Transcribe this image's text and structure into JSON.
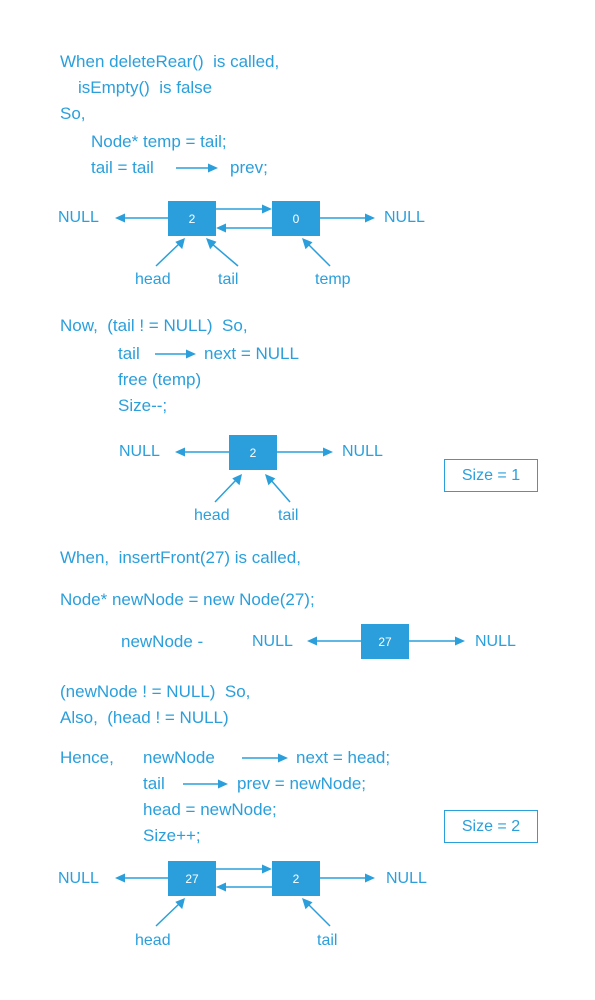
{
  "text": {
    "l1": "When deleteRear()  is called,",
    "l2": "isEmpty()  is false",
    "l3": "So,",
    "l4": "Node* temp = tail;",
    "l5a": "tail = tail",
    "l5b": "prev;",
    "now": "Now,  (tail ! = NULL)  So,",
    "tn_a": "tail",
    "tn_b": "next = NULL",
    "free": "free (temp)",
    "size_dec": "Size--;",
    "when2": "When,  insertFront(27) is called,",
    "newnode": "Node* newNode = new Node(27);",
    "newnode_label": "newNode -",
    "cond1": "(newNode ! = NULL)  So,",
    "cond2": "Also,  (head ! = NULL)",
    "hence": "Hence,",
    "h1a": "newNode",
    "h1b": "next = head;",
    "h2a": "tail",
    "h2b": "prev = newNode;",
    "h3": "head = newNode;",
    "h4": "Size++;"
  },
  "diagram1": {
    "null_left": "NULL",
    "null_right": "NULL",
    "node_a": "2",
    "node_b": "0",
    "label_head": "head",
    "label_tail": "tail",
    "label_temp": "temp"
  },
  "diagram2": {
    "null_left": "NULL",
    "null_right": "NULL",
    "node": "2",
    "label_head": "head",
    "label_tail": "tail",
    "size_box": "Size = 1"
  },
  "diagram3": {
    "null_left": "NULL",
    "null_right": "NULL",
    "node": "27"
  },
  "diagram4": {
    "null_left": "NULL",
    "null_right": "NULL",
    "node_a": "27",
    "node_b": "2",
    "label_head": "head",
    "label_tail": "tail",
    "size_box": "Size = 2"
  },
  "colors": {
    "accent": "#2a9fdc",
    "node_text": "#ffffff"
  }
}
